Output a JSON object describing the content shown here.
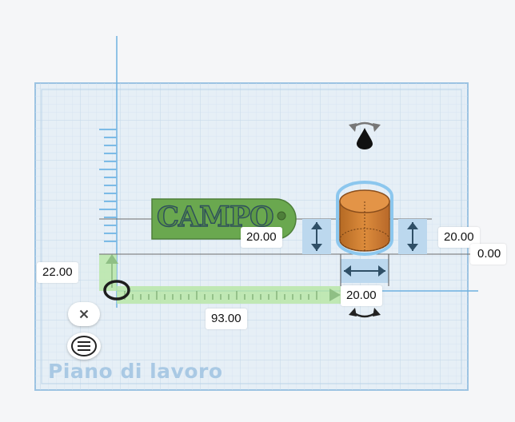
{
  "workplane": {
    "label": "Piano di lavoro"
  },
  "dimensions": {
    "height_left": "20.00",
    "height_right": "20.00",
    "elevation": "0.00",
    "width_bottom": "20.00",
    "offset_y": "22.00",
    "offset_x": "93.00"
  },
  "objects": {
    "keychain_text": "CAMPO"
  },
  "controls": {
    "close_icon": "close-icon",
    "menu_icon": "menu-icon"
  },
  "colors": {
    "grid_bg": "#e4eef6",
    "grid_line": "#c8dbeb",
    "axis_blue": "#6fb1e0",
    "cylinder_orange": "#d9883a",
    "keychain_green": "#6aa84f",
    "selection_blue": "#bcd8ee",
    "snap_green": "#b5e6a5"
  }
}
